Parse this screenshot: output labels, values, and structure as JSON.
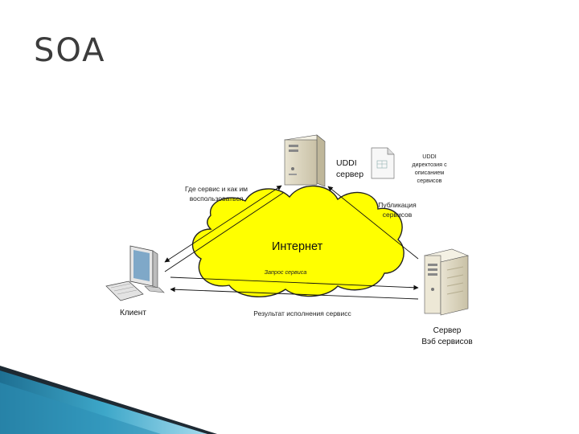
{
  "slide": {
    "title": "SOA"
  },
  "diagram": {
    "cloud_label": "Интернет",
    "uddi_server": [
      "UDDI",
      "сервер"
    ],
    "uddi_directory": [
      "UDDI",
      "директозия с",
      "описанием",
      "сервисов"
    ],
    "where_service": [
      "Где сервис и как им",
      "воспользоваться"
    ],
    "publication": [
      "Публикация",
      "сервисов"
    ],
    "request": "Запрос сервиса",
    "result": "Результат исполнения сервисс",
    "client": "Клиент",
    "web_server": [
      "Сервер",
      "Вэб сервисов"
    ]
  },
  "colors": {
    "cloud_fill": "#ffff00",
    "stripe_dark": "#1e2a33",
    "stripe_blue": "#3da7c9",
    "stripe_light": "#a8dcee"
  }
}
